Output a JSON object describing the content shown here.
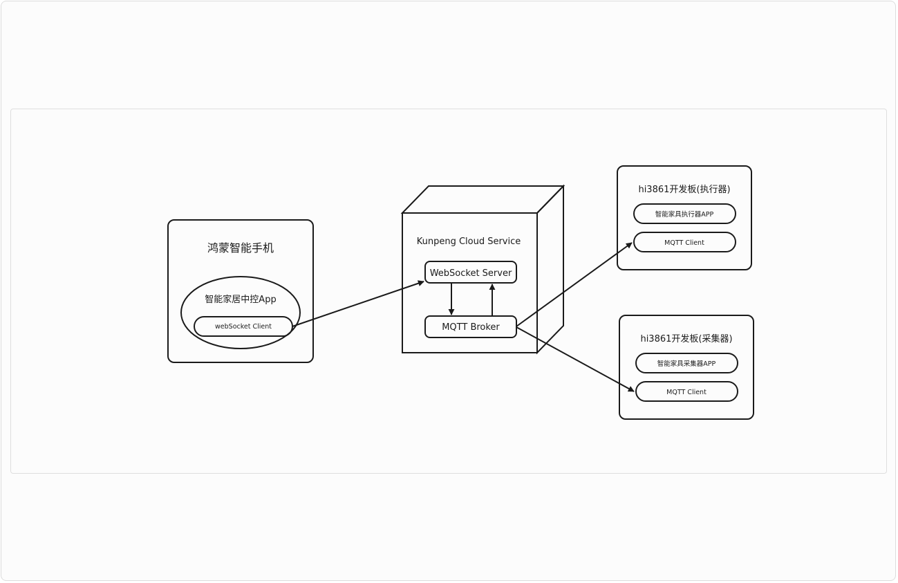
{
  "phone": {
    "title": "鸿蒙智能手机",
    "app_label": "智能家居中控App",
    "client_label": "webSocket Client"
  },
  "cloud": {
    "title": "Kunpeng Cloud Service",
    "websocket_server": "WebSocket Server",
    "mqtt_broker": "MQTT Broker"
  },
  "actuator_board": {
    "title": "hi3861开发板(执行器)",
    "app_label": "智能家具执行器APP",
    "client_label": "MQTT Client"
  },
  "collector_board": {
    "title": "hi3861开发板(采集器)",
    "app_label": "智能家具采集器APP",
    "client_label": "MQTT Client"
  },
  "colors": {
    "stroke": "#1a1a1a",
    "background": "#fcfcfc"
  }
}
